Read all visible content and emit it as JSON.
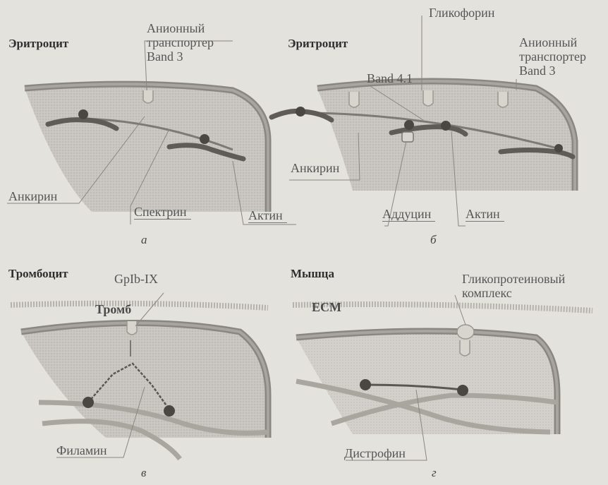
{
  "panels": {
    "a": {
      "title": "Эритроцит",
      "letter": "а",
      "labels": {
        "anion_transporter": "Анионный\nтранспортер\nBand 3",
        "ankyrin": "Анкирин",
        "spectrin": "Спектрин",
        "actin": "Актин"
      }
    },
    "b": {
      "title": "Эритроцит",
      "letter": "б",
      "labels": {
        "glycophorin": "Гликофорин",
        "band41": "Band 4.1",
        "anion_transporter": "Анионный\nтранспортер\nBand 3",
        "ankyrin": "Анкирин",
        "adducin": "Аддуцин",
        "actin": "Актин"
      }
    },
    "v": {
      "title": "Тромбоцит",
      "letter": "в",
      "labels": {
        "thrombus": "Тромб",
        "gpib": "GpIb-IX",
        "filamin": "Филамин"
      }
    },
    "g": {
      "title": "Мышца",
      "letter": "г",
      "labels": {
        "ecm": "ECM",
        "glycoprotein": "Гликопротеиновый\nкомплекс",
        "dystrophin": "Дистрофин"
      }
    }
  }
}
